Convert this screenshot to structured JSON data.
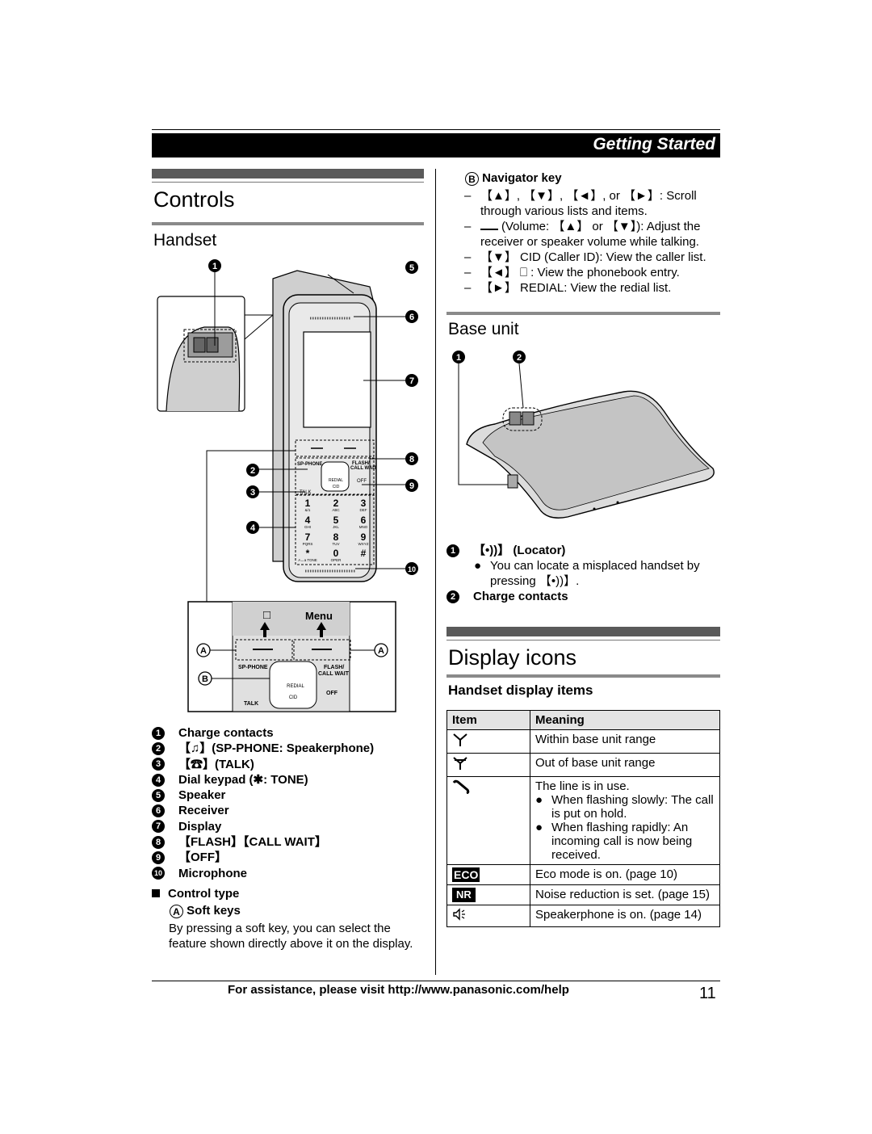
{
  "header": {
    "section_title": "Getting Started"
  },
  "controls": {
    "title": "Controls",
    "handset_heading": "Handset",
    "diagram_callouts": [
      "1",
      "2",
      "3",
      "4",
      "5",
      "6",
      "7",
      "8",
      "9",
      "10"
    ],
    "soft_key_labels": [
      "A",
      "B",
      "A"
    ],
    "phone_labels": {
      "menu": "Menu",
      "sp_phone": "SP-PHONE",
      "flash": "FLASH/",
      "call_wait": "CALL WAIT",
      "talk": "TALK",
      "off": "OFF",
      "redial": "REDIAL",
      "cid": "CID",
      "keys": [
        "1",
        "2",
        "3",
        "4",
        "5",
        "6",
        "7",
        "8",
        "9",
        "*",
        "0",
        "#"
      ],
      "key_sub": [
        "&/1",
        "ABC",
        "DEF",
        "GHI",
        "JKL",
        "MNO",
        "PQRS",
        "TUV",
        "WXYZ",
        "A↔a TONE",
        "OPER",
        ""
      ]
    },
    "items": [
      {
        "num": "1",
        "text": "Charge contacts"
      },
      {
        "num": "2",
        "text": "【♫】(SP-PHONE: Speakerphone)"
      },
      {
        "num": "3",
        "text": "【☎】(TALK)"
      },
      {
        "num": "4",
        "text": "Dial keypad (✱: TONE)"
      },
      {
        "num": "5",
        "text": "Speaker"
      },
      {
        "num": "6",
        "text": "Receiver"
      },
      {
        "num": "7",
        "text": "Display"
      },
      {
        "num": "8",
        "text": "【FLASH】【CALL WAIT】"
      },
      {
        "num": "9",
        "text": "【OFF】"
      },
      {
        "num": "10",
        "text": "Microphone"
      }
    ],
    "control_type": {
      "heading": "Control type",
      "soft_keys_letter": "A",
      "soft_keys_label": "Soft keys",
      "soft_keys_desc": "By pressing a soft key, you can select the feature shown directly above it on the display."
    }
  },
  "navigator": {
    "letter": "B",
    "heading": "Navigator key",
    "items": [
      "【▲】, 【▼】, 【◄】, or 【►】: Scroll through various lists and items.",
      "(Volume: 【▲】 or 【▼】): Adjust the receiver or speaker volume while talking.",
      "【▼】 CID (Caller ID): View the caller list.",
      "【◄】 ⎕ : View the phonebook entry.",
      "【►】 REDIAL: View the redial list."
    ]
  },
  "base_unit": {
    "heading": "Base unit",
    "callouts": [
      "1",
      "2"
    ],
    "items": [
      {
        "num": "1",
        "text": "【•))】 (Locator)",
        "bullet": "You can locate a misplaced handset by pressing 【•))】."
      },
      {
        "num": "2",
        "text": "Charge contacts"
      }
    ]
  },
  "display_icons": {
    "title": "Display icons",
    "subheading": "Handset display items",
    "col_item": "Item",
    "col_meaning": "Meaning",
    "rows": [
      {
        "icon": "antenna-icon",
        "meaning": "Within base unit range",
        "bullets": []
      },
      {
        "icon": "antenna-flashing-icon",
        "meaning": "Out of base unit range",
        "bullets": []
      },
      {
        "icon": "handset-icon",
        "meaning": "The line is in use.",
        "bullets": [
          "When flashing slowly: The call is put on hold.",
          "When flashing rapidly: An incoming call is now being received."
        ]
      },
      {
        "icon": "eco-icon",
        "icon_text": "ECO",
        "meaning": "Eco mode is on. (page 10)",
        "bullets": []
      },
      {
        "icon": "noise-reduction-icon",
        "icon_text": "NR",
        "meaning": "Noise reduction is set. (page 15)",
        "bullets": []
      },
      {
        "icon": "speakerphone-icon",
        "meaning": "Speakerphone is on. (page 14)",
        "bullets": []
      }
    ]
  },
  "footer": {
    "text": "For assistance, please visit http://www.panasonic.com/help",
    "page_number": "11"
  }
}
